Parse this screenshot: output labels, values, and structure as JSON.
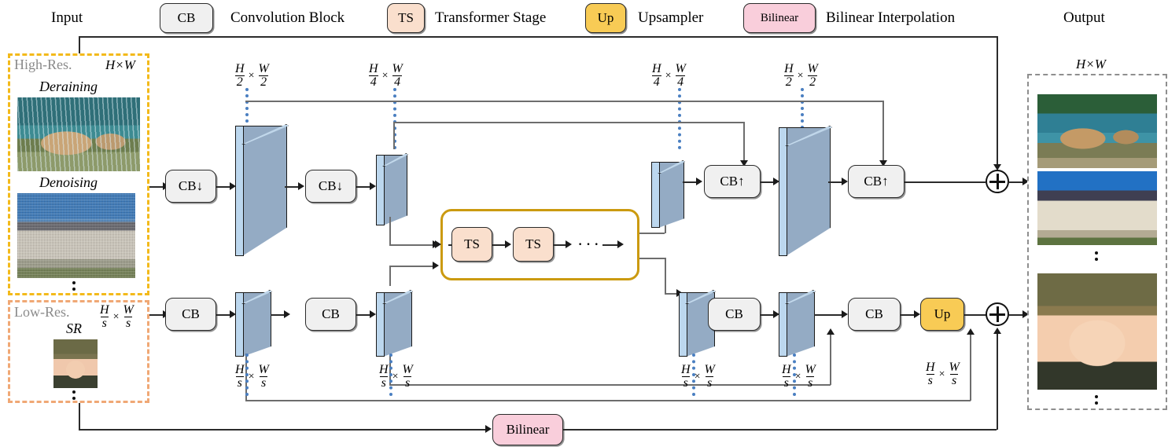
{
  "legend": {
    "input_label": "Input",
    "output_label": "Output",
    "items": [
      {
        "chip": "CB",
        "label": "Convolution Block",
        "color": "#f0f0f0"
      },
      {
        "chip": "TS",
        "label": "Transformer Stage",
        "color": "#fadfcd"
      },
      {
        "chip": "Up",
        "label": "Upsampler",
        "color": "#f8cb55"
      },
      {
        "chip": "Bilinear",
        "label": "Bilinear Interpolation",
        "color": "#f9cedb"
      }
    ]
  },
  "input_groups": [
    {
      "name": "high-res",
      "group_label": "High-Res.",
      "dim": {
        "type": "plain",
        "text": "H×W"
      },
      "border_color": "#f3ba1b",
      "tasks": [
        "Deraining",
        "Denoising"
      ],
      "ellipsis": true
    },
    {
      "name": "low-res",
      "group_label": "Low-Res.",
      "dim": {
        "type": "fraction",
        "num_h": "H",
        "den_h": "s",
        "num_w": "W",
        "den_w": "s"
      },
      "border_color": "#f0a875",
      "tasks": [
        "SR"
      ],
      "ellipsis": true
    }
  ],
  "output_group": {
    "dim": {
      "type": "plain",
      "text": "H×W"
    },
    "border_color": "#8e8e8e",
    "images": [
      "bear-restored",
      "castle-restored",
      "baby-super-resolved"
    ],
    "ellipsis": true
  },
  "top_path": {
    "ops": [
      {
        "id": "cb-down-1",
        "label": "CB↓"
      },
      {
        "id": "cb-down-2",
        "label": "CB↓"
      },
      {
        "id": "cb-up-1",
        "label": "CB↑"
      },
      {
        "id": "cb-up-2",
        "label": "CB↑"
      }
    ],
    "dims": [
      {
        "id": "hw-2-enc",
        "num_h": "H",
        "den_h": "2",
        "num_w": "W",
        "den_w": "2"
      },
      {
        "id": "hw-4-enc",
        "num_h": "H",
        "den_h": "4",
        "num_w": "W",
        "den_w": "4"
      },
      {
        "id": "hw-4-dec",
        "num_h": "H",
        "den_h": "4",
        "num_w": "W",
        "den_w": "4"
      },
      {
        "id": "hw-2-dec",
        "num_h": "H",
        "den_h": "2",
        "num_w": "W",
        "den_w": "2"
      }
    ]
  },
  "bottom_path": {
    "ops": [
      {
        "id": "cb-1",
        "label": "CB"
      },
      {
        "id": "cb-2",
        "label": "CB"
      },
      {
        "id": "cb-3",
        "label": "CB"
      },
      {
        "id": "cb-4",
        "label": "CB"
      },
      {
        "id": "up",
        "label": "Up"
      }
    ],
    "dims": [
      {
        "id": "hs-ws-1",
        "num_h": "H",
        "den_h": "s",
        "num_w": "W",
        "den_w": "s"
      },
      {
        "id": "hs-ws-2",
        "num_h": "H",
        "den_h": "s",
        "num_w": "W",
        "den_w": "s"
      },
      {
        "id": "hs-ws-3",
        "num_h": "H",
        "den_h": "s",
        "num_w": "W",
        "den_w": "s"
      },
      {
        "id": "hs-ws-4",
        "num_h": "H",
        "den_h": "s",
        "num_w": "W",
        "den_w": "s"
      }
    ]
  },
  "transformer_block": {
    "border_color": "#cb9a10",
    "stages": [
      {
        "label": "TS"
      },
      {
        "label": "TS"
      }
    ],
    "continuation": "···"
  },
  "bilinear_path": {
    "op": {
      "id": "bilinear",
      "label": "Bilinear"
    },
    "dim": {
      "num_h": "H",
      "den_h": "s",
      "num_w": "W",
      "den_w": "s"
    }
  },
  "sum_nodes": [
    {
      "id": "sum-top",
      "symbol": "⊕"
    },
    {
      "id": "sum-bottom",
      "symbol": "⊕"
    }
  ],
  "colors": {
    "feature_front": "#94abc4",
    "feature_side": "#bcd7ee",
    "conv_block": "#f0f0f0",
    "transformer_stage": "#fadfcd",
    "upsampler": "#f8cb55",
    "bilinear": "#f9cedb",
    "skip_line": "#6d6d6d",
    "dotted_guide": "#4a7fc1",
    "high_res_border": "#f3ba1b",
    "low_res_border": "#f0a875",
    "output_border": "#8e8e8e",
    "group_label_text": "#8a8a8a"
  }
}
